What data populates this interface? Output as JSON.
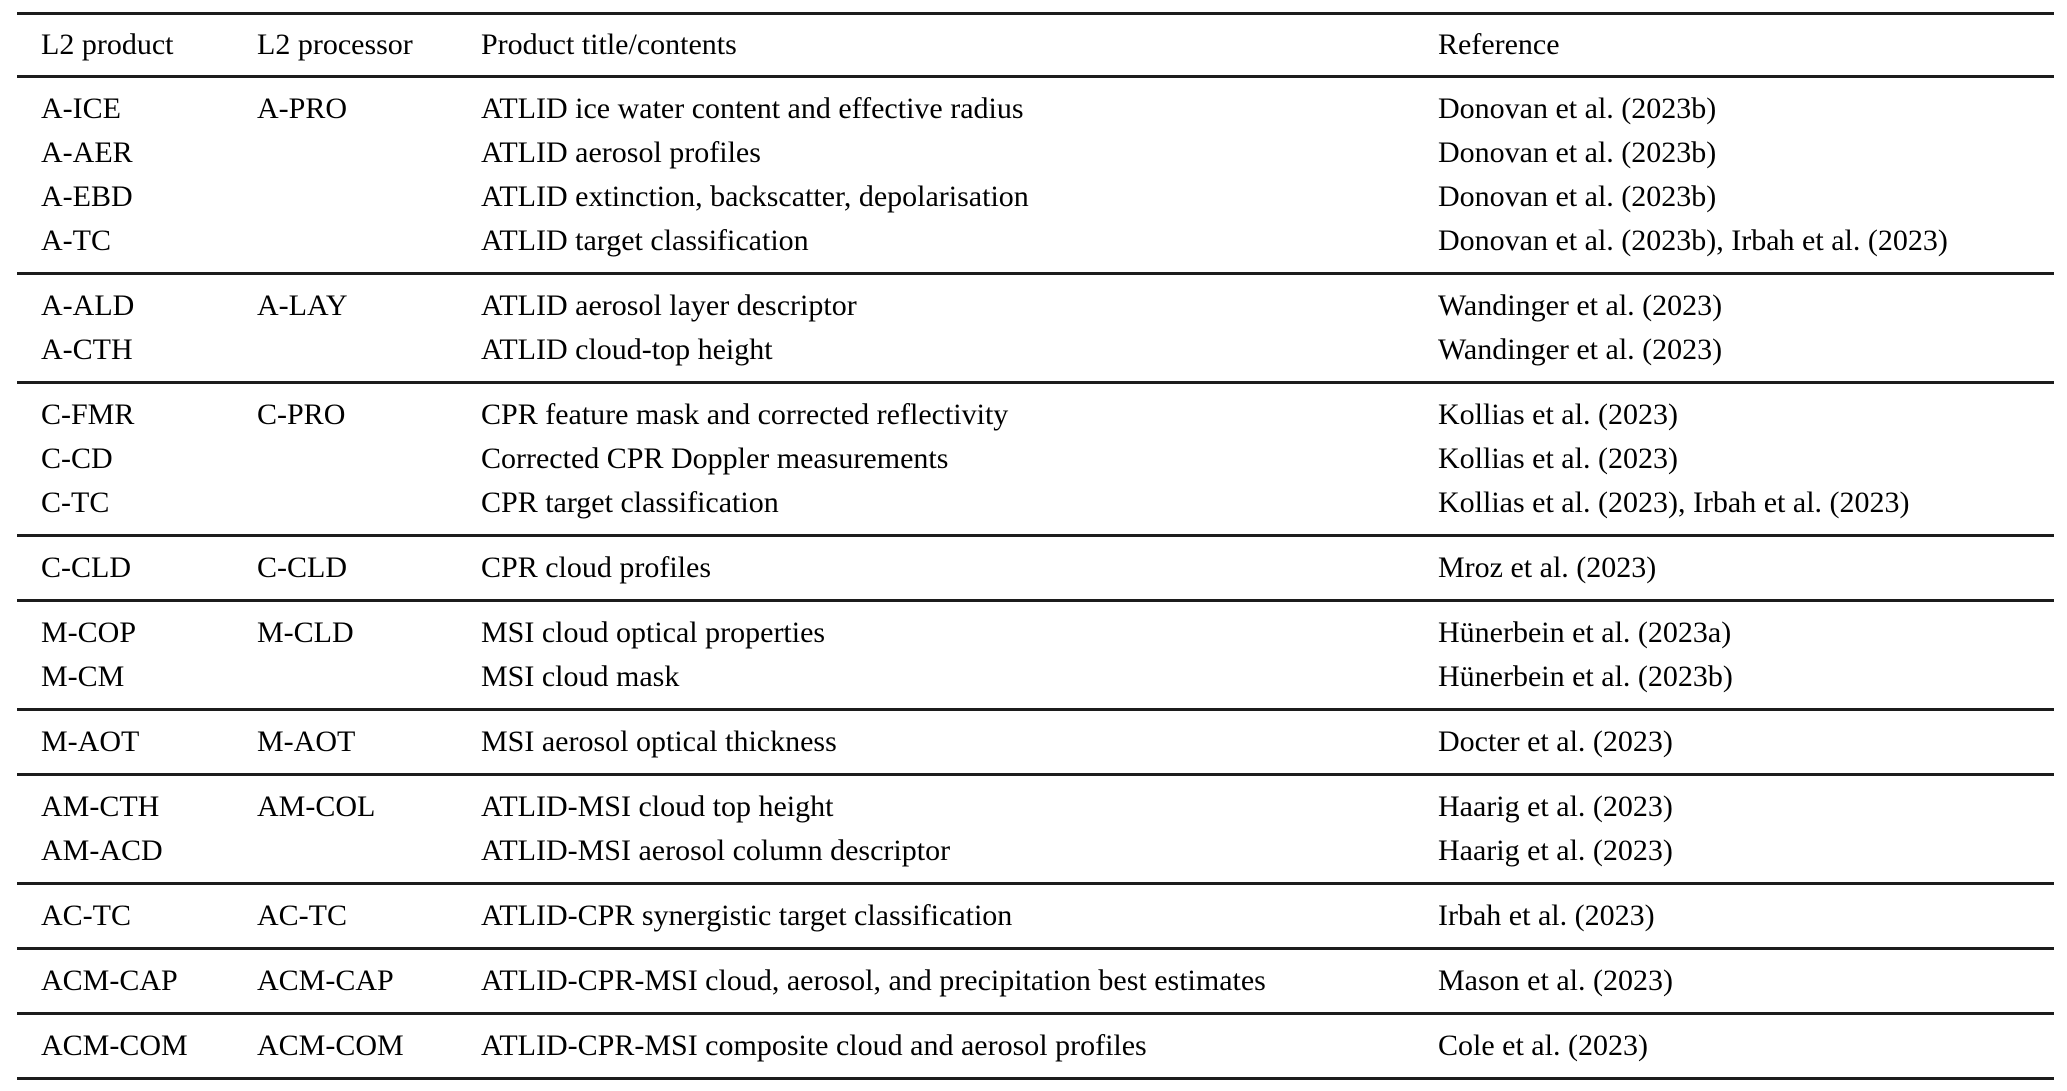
{
  "page": {
    "background_color": "#ffffff",
    "text_color": "#000000",
    "rule_color": "#1c1c1c"
  },
  "table": {
    "columns": [
      "L2 product",
      "L2 processor",
      "Product title/contents",
      "Reference"
    ],
    "groups": [
      {
        "rows": [
          {
            "product": "A-ICE",
            "processor": "A-PRO",
            "title": "ATLID ice water content and effective radius",
            "reference": "Donovan et al. (2023b)"
          },
          {
            "product": "A-AER",
            "processor": "",
            "title": "ATLID aerosol profiles",
            "reference": "Donovan et al. (2023b)"
          },
          {
            "product": "A-EBD",
            "processor": "",
            "title": "ATLID extinction, backscatter, depolarisation",
            "reference": "Donovan et al. (2023b)"
          },
          {
            "product": "A-TC",
            "processor": "",
            "title": "ATLID target classification",
            "reference": "Donovan et al. (2023b), Irbah et al. (2023)"
          }
        ]
      },
      {
        "rows": [
          {
            "product": "A-ALD",
            "processor": "A-LAY",
            "title": "ATLID aerosol layer descriptor",
            "reference": "Wandinger et al. (2023)"
          },
          {
            "product": "A-CTH",
            "processor": "",
            "title": "ATLID cloud-top height",
            "reference": "Wandinger et al. (2023)"
          }
        ]
      },
      {
        "rows": [
          {
            "product": "C-FMR",
            "processor": "C-PRO",
            "title": "CPR feature mask and corrected reflectivity",
            "reference": "Kollias et al. (2023)"
          },
          {
            "product": "C-CD",
            "processor": "",
            "title": "Corrected CPR Doppler measurements",
            "reference": "Kollias et al. (2023)"
          },
          {
            "product": "C-TC",
            "processor": "",
            "title": "CPR target classification",
            "reference": "Kollias et al. (2023), Irbah et al. (2023)"
          }
        ]
      },
      {
        "rows": [
          {
            "product": "C-CLD",
            "processor": "C-CLD",
            "title": "CPR cloud profiles",
            "reference": "Mroz et al. (2023)"
          }
        ]
      },
      {
        "rows": [
          {
            "product": "M-COP",
            "processor": "M-CLD",
            "title": "MSI cloud optical properties",
            "reference": "Hünerbein et al. (2023a)"
          },
          {
            "product": "M-CM",
            "processor": "",
            "title": "MSI cloud mask",
            "reference": "Hünerbein et al. (2023b)"
          }
        ]
      },
      {
        "rows": [
          {
            "product": "M-AOT",
            "processor": "M-AOT",
            "title": "MSI aerosol optical thickness",
            "reference": "Docter et al. (2023)"
          }
        ]
      },
      {
        "rows": [
          {
            "product": "AM-CTH",
            "processor": "AM-COL",
            "title": "ATLID-MSI cloud top height",
            "reference": "Haarig et al. (2023)"
          },
          {
            "product": "AM-ACD",
            "processor": "",
            "title": "ATLID-MSI aerosol column descriptor",
            "reference": "Haarig et al. (2023)"
          }
        ]
      },
      {
        "rows": [
          {
            "product": "AC-TC",
            "processor": "AC-TC",
            "title": "ATLID-CPR synergistic target classification",
            "reference": "Irbah et al. (2023)"
          }
        ]
      },
      {
        "rows": [
          {
            "product": "ACM-CAP",
            "processor": "ACM-CAP",
            "title": "ATLID-CPR-MSI cloud, aerosol, and precipitation best estimates",
            "reference": "Mason et al. (2023)"
          }
        ]
      },
      {
        "rows": [
          {
            "product": "ACM-COM",
            "processor": "ACM-COM",
            "title": "ATLID-CPR-MSI composite cloud and aerosol profiles",
            "reference": "Cole et al. (2023)"
          }
        ]
      }
    ]
  }
}
